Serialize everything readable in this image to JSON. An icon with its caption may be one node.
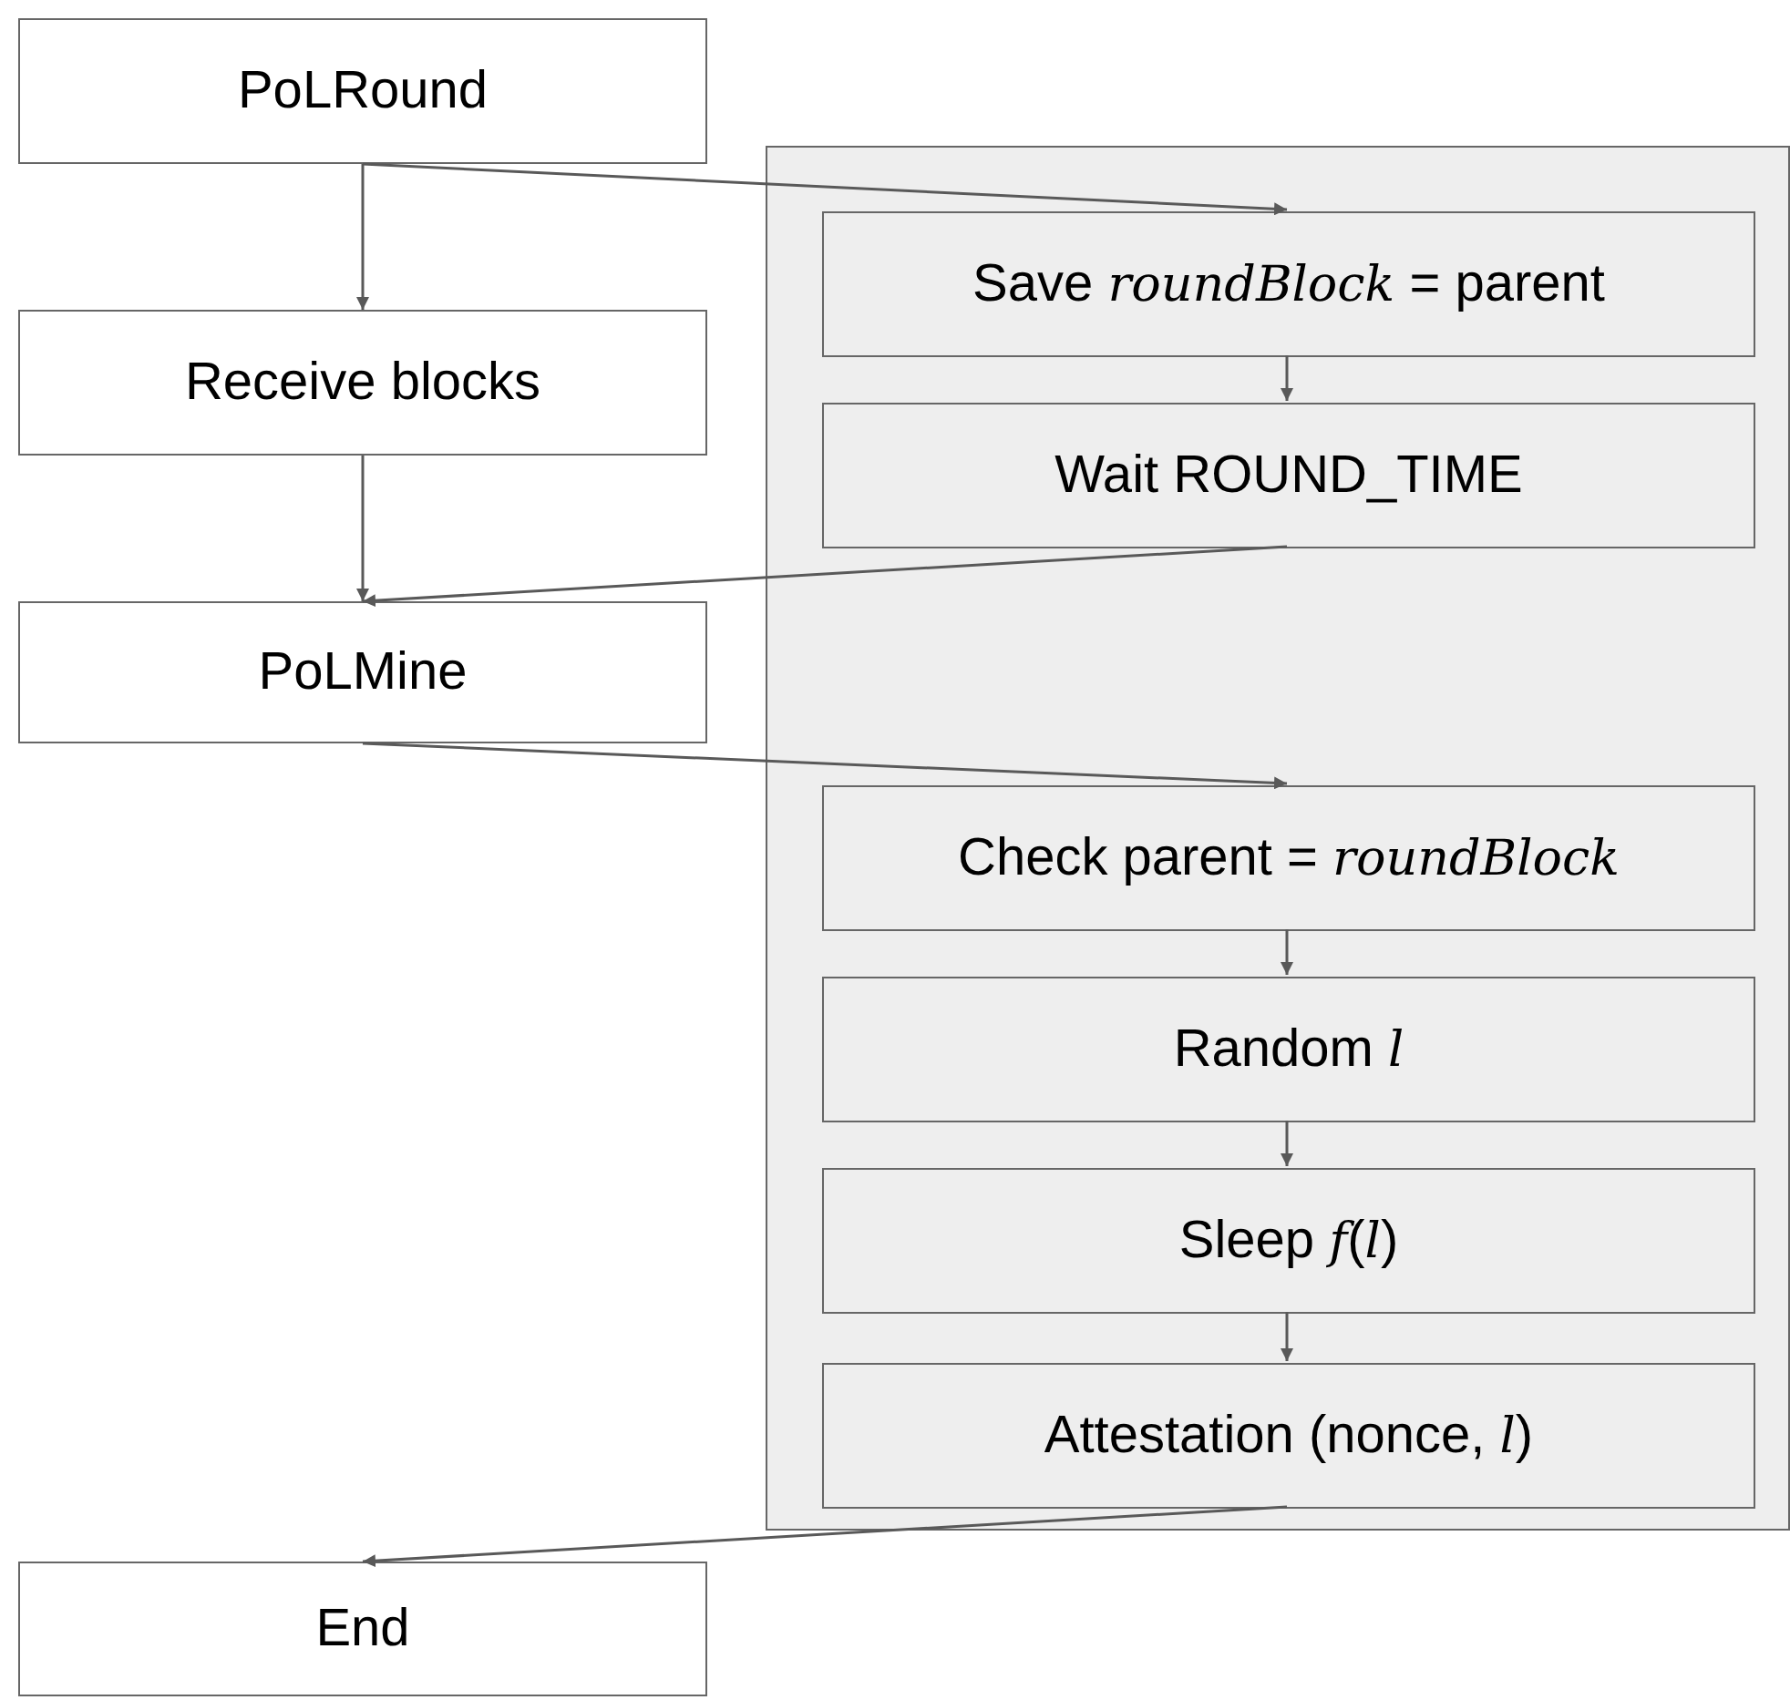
{
  "diagram": {
    "nodes": [
      {
        "text": [
          "PoLRound"
        ]
      },
      {
        "text": [
          "Receive blocks"
        ]
      },
      {
        "text": [
          "PoLMine"
        ]
      },
      {
        "text": [],
        "shape": "box"
      },
      {
        "text": [
          "Save *roundBlock* = parent"
        ],
        "in": 3
      },
      {
        "text": [
          "Wait ROUND_TIME"
        ],
        "in": 3
      },
      {
        "text": [
          "Check parent = *roundBlock*"
        ],
        "in": 3
      },
      {
        "text": [
          "Random *l*"
        ],
        "in": 3
      },
      {
        "text": [
          "Sleep *f*(*l*)"
        ],
        "in": 3
      },
      {
        "text": [
          "Attestation (nonce, *l*)"
        ],
        "in": 3
      },
      {
        "text": [
          "End"
        ]
      }
    ],
    "edges": [
      {
        "from": 0,
        "to": 1,
        "arrow": "to"
      },
      {
        "from": 0,
        "to": 4,
        "arrow": "to"
      },
      {
        "from": 4,
        "to": 5,
        "arrow": "to"
      },
      {
        "from": 1,
        "to": 2,
        "arrow": "to"
      },
      {
        "from": 5,
        "to": 2,
        "arrow": "to"
      },
      {
        "from": 2,
        "to": 6,
        "arrow": "to"
      },
      {
        "from": 6,
        "to": 7,
        "arrow": "to"
      },
      {
        "from": 7,
        "to": 8,
        "arrow": "to"
      },
      {
        "from": 8,
        "to": 9,
        "arrow": "to"
      },
      {
        "from": 9,
        "to": 10,
        "arrow": "to"
      }
    ]
  }
}
